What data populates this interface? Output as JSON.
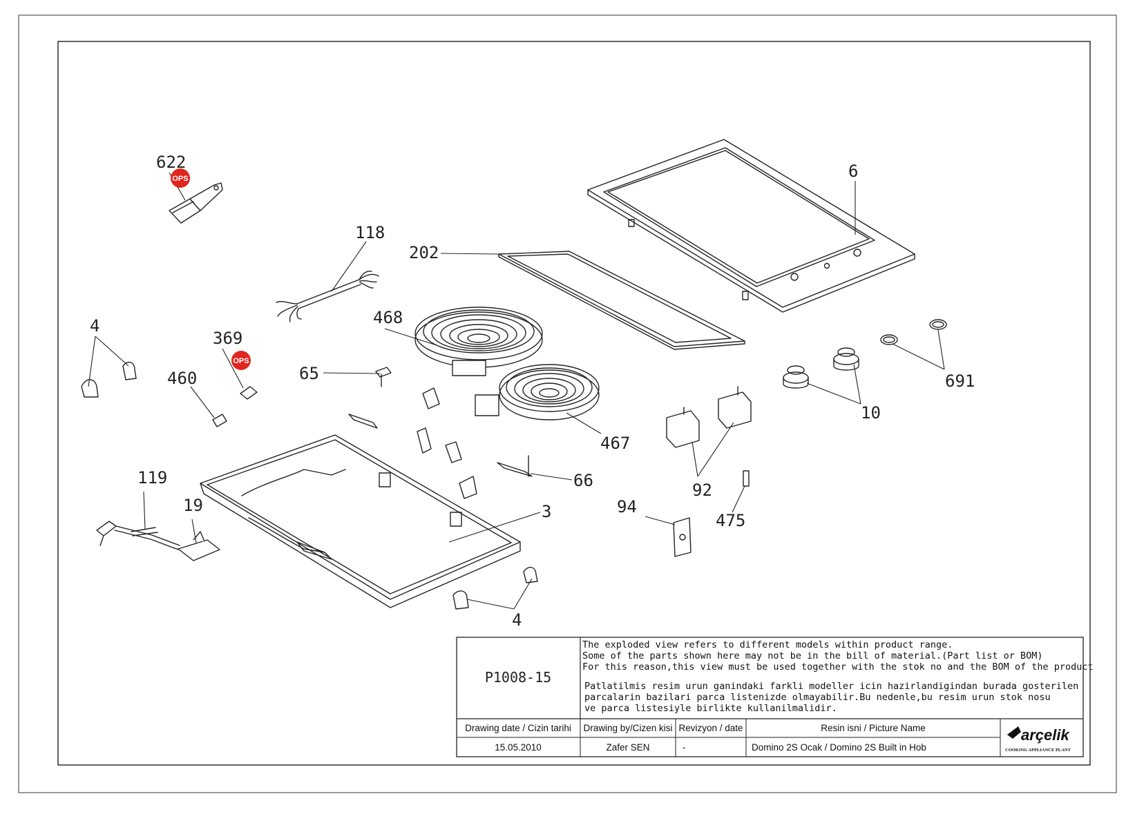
{
  "drawing": {
    "part_labels": {
      "p622": "622",
      "p6": "6",
      "p118": "118",
      "p202": "202",
      "p468": "468",
      "p4a": "4",
      "p369": "369",
      "p460": "460",
      "p65": "65",
      "p691": "691",
      "p10": "10",
      "p467": "467",
      "p92": "92",
      "p66": "66",
      "p119": "119",
      "p19": "19",
      "p94": "94",
      "p475": "475",
      "p3": "3",
      "p4b": "4"
    },
    "ops_badge": "OPS",
    "ops_color": "#e0261d"
  },
  "title_block": {
    "code": "P1008-15",
    "notice_en": [
      "The exploded view refers to different models within product range.",
      "Some of the parts shown here may not be in the bill of material.(Part list or BOM)",
      "For this reason,this view must be used together with the stok no and the BOM of the product"
    ],
    "notice_tr": [
      "Patlatilmis resim urun ganindaki farkli modeller icin hazirlandigindan burada gosterilen",
      "parcalarin bazilari parca listenizde olmayabilir.Bu nedenle,bu resim urun stok nosu",
      "ve parca listesiyle birlikte kullanilmalidir."
    ],
    "headers": {
      "date": "Drawing date / Cizin tarihi",
      "by": "Drawing by/Cizen kisi",
      "rev": "Revizyon / date",
      "name": "Resin isni / Picture Name"
    },
    "values": {
      "date": "15.05.2010",
      "by": "Zafer SEN",
      "rev": "-",
      "name": "Domino 2S Ocak / Domino 2S Built in Hob"
    },
    "logo": {
      "brand": "arçelik",
      "tagline": "COOKING APPLIANCE PLANT"
    }
  }
}
